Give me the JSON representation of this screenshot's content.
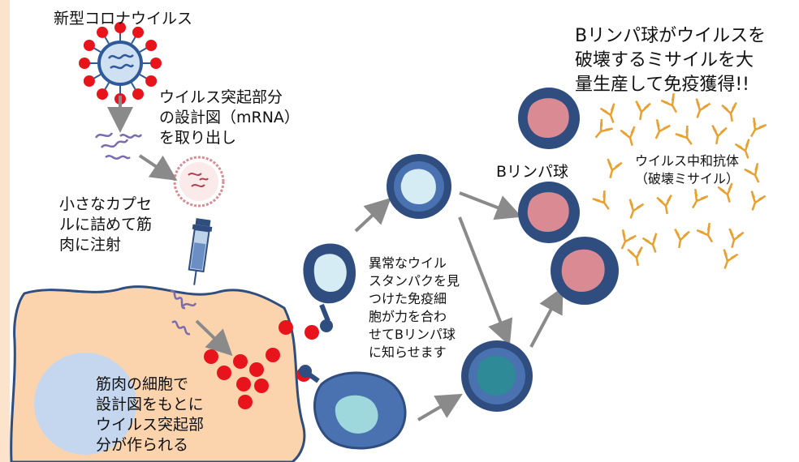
{
  "labels": {
    "virus": "新型コロナウイルス",
    "mrna": "ウイルス突起部分\nの設計図（mRNA）\nを取り出し",
    "capsule": "小さなカプセ\nルに詰めて筋\n肉に注射",
    "muscle": "筋肉の細胞で\n設計図をもとに\nウイルス突起部\n分が作られる",
    "immune": "異常なウイル\nスタンパクを見\nつけた免疫細\n胞が力を合わ\nせてBリンパ球\nに知らせます",
    "bcell": "Bリンパ球",
    "missile": "Bリンパ球がウイルスを\n破壊するミサイルを大\n量生産して免疫獲得!!",
    "antibody": "ウイルス中和抗体\n（破壊ミサイル）"
  },
  "colors": {
    "virus_spike": "#e8141b",
    "virus_body": "#2e5a9a",
    "cell_tissue": "#fbd4ad",
    "nucleus": "#c5d7ef",
    "cell_outline": "#2f4d7e",
    "immune_light": "#d6ecf4",
    "immune_teal": "#2e8a96",
    "bcell_inner": "#d98a92",
    "antibody": "#e8a030",
    "arrow": "#8a8a8a",
    "mrna": "#7a6bb0"
  }
}
